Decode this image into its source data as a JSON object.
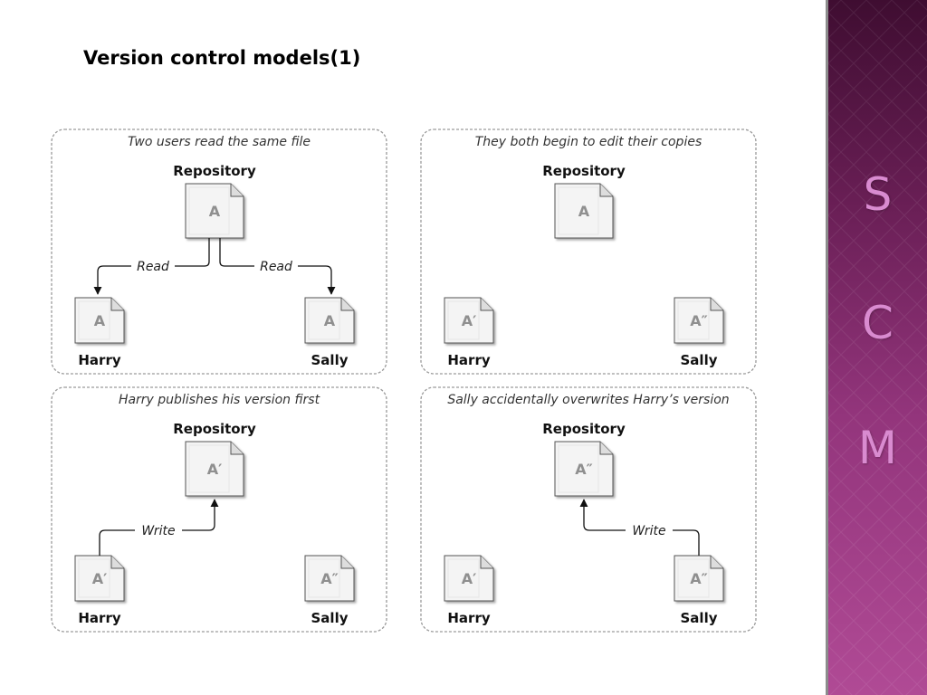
{
  "slide": {
    "title": "Version control models(1)"
  },
  "side_band": {
    "letters": [
      "S",
      "C",
      "M"
    ],
    "color": "#d98bd0",
    "background": "#6a1f56"
  },
  "panels": [
    {
      "caption": "Two users read the same file",
      "repository": {
        "label": "Repository",
        "file": "A"
      },
      "harry": {
        "label": "Harry",
        "file": "A"
      },
      "sally": {
        "label": "Sally",
        "file": "A"
      },
      "arrows": [
        "Read",
        "Read"
      ]
    },
    {
      "caption": "They both begin to edit their copies",
      "repository": {
        "label": "Repository",
        "file": "A"
      },
      "harry": {
        "label": "Harry",
        "file": "A′"
      },
      "sally": {
        "label": "Sally",
        "file": "A″"
      },
      "arrows": []
    },
    {
      "caption": "Harry publishes his version first",
      "repository": {
        "label": "Repository",
        "file": "A′"
      },
      "harry": {
        "label": "Harry",
        "file": "A′"
      },
      "sally": {
        "label": "Sally",
        "file": "A″"
      },
      "arrows": [
        "Write"
      ]
    },
    {
      "caption": "Sally accidentally overwrites Harry’s version",
      "repository": {
        "label": "Repository",
        "file": "A″"
      },
      "harry": {
        "label": "Harry",
        "file": "A′"
      },
      "sally": {
        "label": "Sally",
        "file": "A″"
      },
      "arrows": [
        "Write"
      ]
    }
  ]
}
